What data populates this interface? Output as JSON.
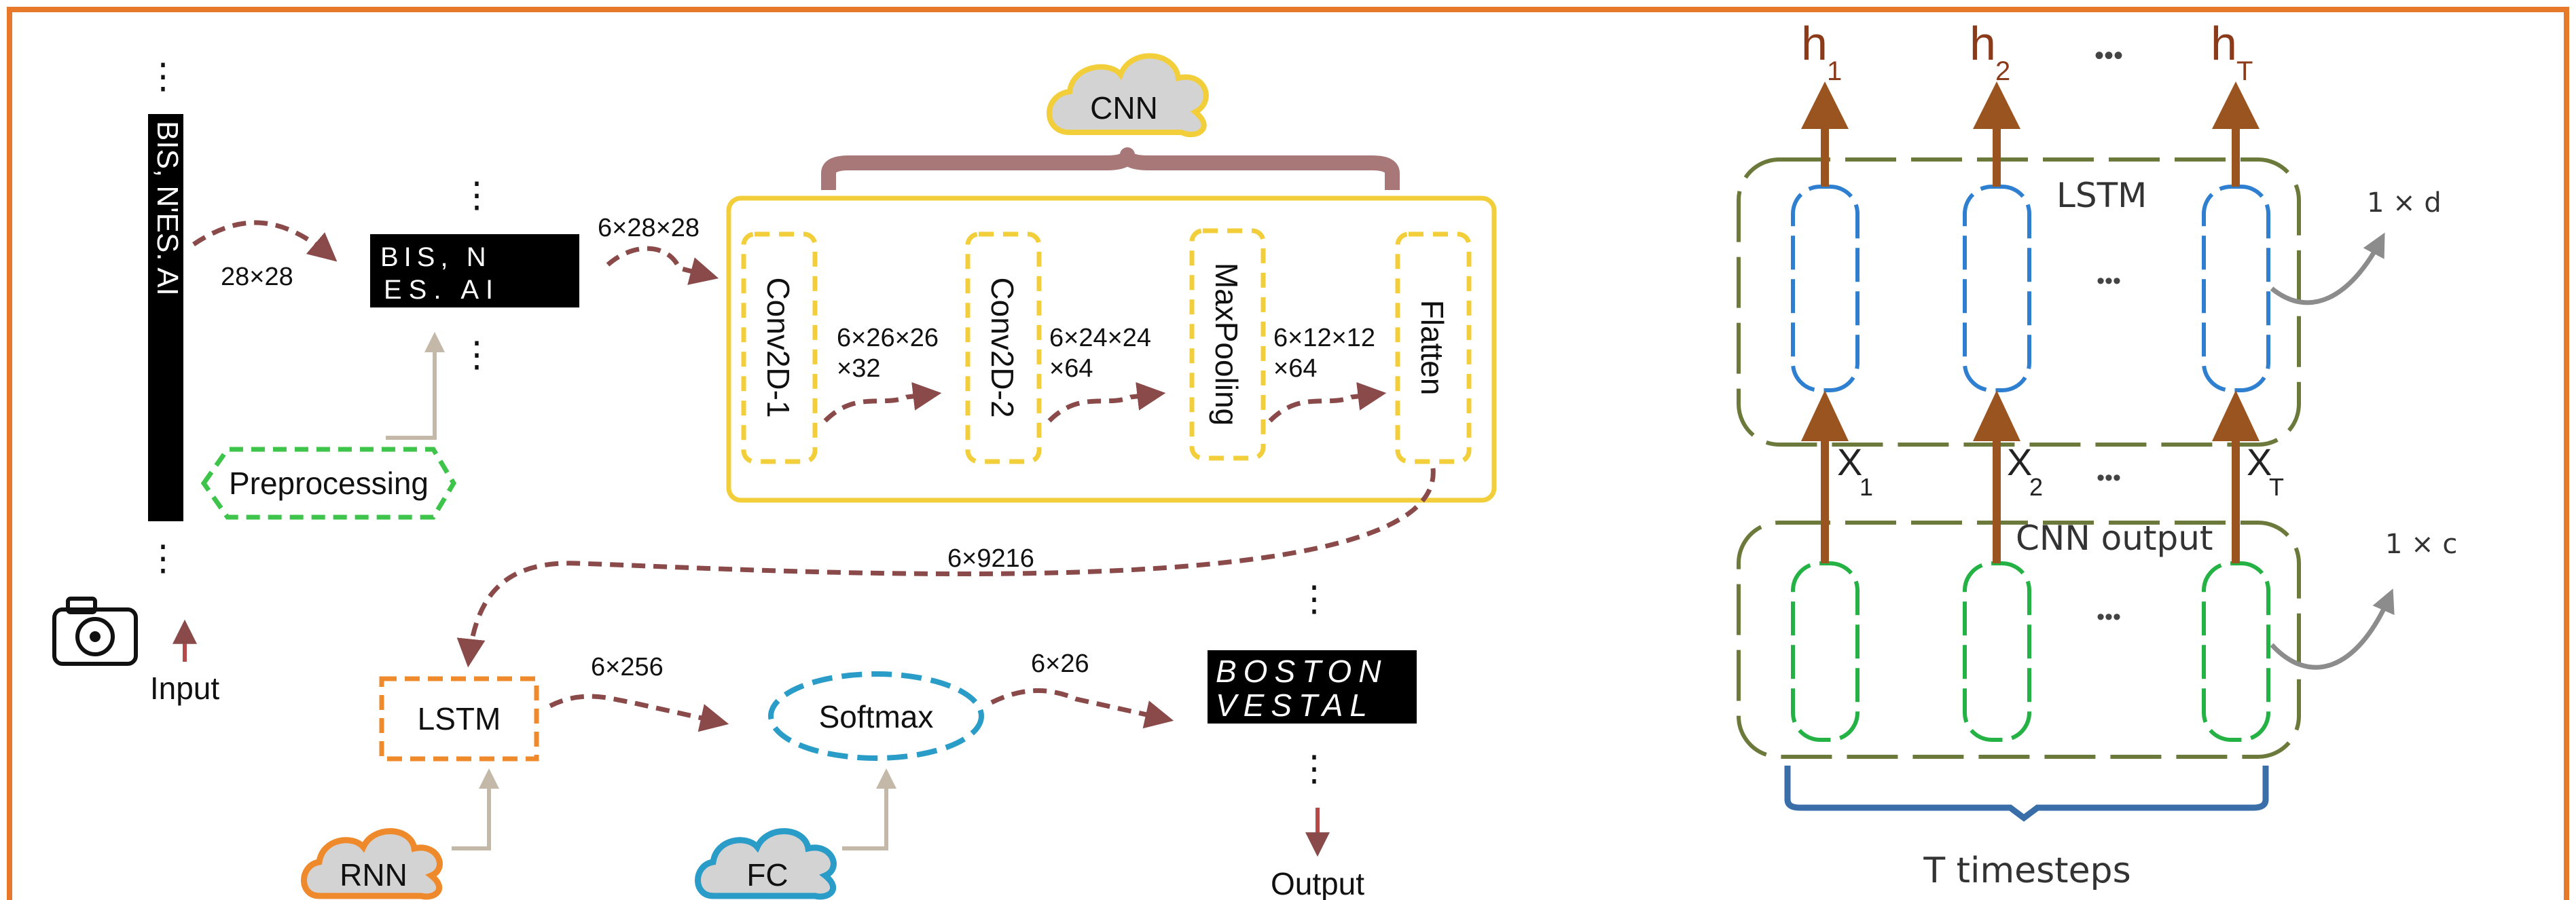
{
  "input": {
    "label": "Input",
    "top_dots": "⋮",
    "bottom_dots": "⋮",
    "strip_text": "BIS, N'ES. AI",
    "size_label": "28×28"
  },
  "preprocessing": {
    "label": "Preprocessing",
    "image_text_line1": "BIS, N",
    "image_text_line2": "ES. AI",
    "top_dots": "⋮",
    "bottom_dots": "⋮",
    "out_size_label": "6×28×28"
  },
  "cnn": {
    "cloud_label": "CNN",
    "layers": [
      {
        "label": "Conv2D-1"
      },
      {
        "label": "Conv2D-2"
      },
      {
        "label": "MaxPooling"
      },
      {
        "label": "Flatten"
      }
    ],
    "shape_labels": [
      {
        "line1": "6×26×26",
        "line2": "×32"
      },
      {
        "line1": "6×24×24",
        "line2": "×64"
      },
      {
        "line1": "6×12×12",
        "line2": "×64"
      }
    ],
    "flatten_out": "6×9216"
  },
  "lstm_block": {
    "label": "LSTM",
    "out_label": "6×256",
    "cloud_label": "RNN"
  },
  "softmax_block": {
    "label": "Softmax",
    "out_label": "6×26",
    "cloud_label": "FC"
  },
  "output": {
    "label": "Output",
    "line1": "BOSTON",
    "line2": "VESTAL",
    "top_dots": "⋮",
    "bottom_dots": "⋮"
  },
  "rnn_diagram": {
    "h_labels": [
      {
        "base": "h",
        "sub": "1"
      },
      {
        "base": "h",
        "sub": "2"
      },
      {
        "base": "h",
        "sub": "T"
      }
    ],
    "x_labels": [
      {
        "base": "X",
        "sub": "1"
      },
      {
        "base": "X",
        "sub": "2"
      },
      {
        "base": "X",
        "sub": "T"
      }
    ],
    "ellipsis": "•••",
    "lstm_label": "LSTM",
    "cnn_output_label": "CNN output",
    "dim_top": "1 × d",
    "dim_bottom": "1 × c",
    "timesteps_label": "T timesteps"
  },
  "colors": {
    "frame": "#e8782a",
    "dashed_arrow": "#8b4a4a",
    "yellow": "#f2cf3a",
    "green": "#3ec44a",
    "orange": "#ef8a2c",
    "blue": "#2a9cc8",
    "brown_arrow": "#9a5420",
    "lstm_blue": "#2f7fd0",
    "cell_green": "#25b245",
    "olive": "#6b7a3a"
  }
}
